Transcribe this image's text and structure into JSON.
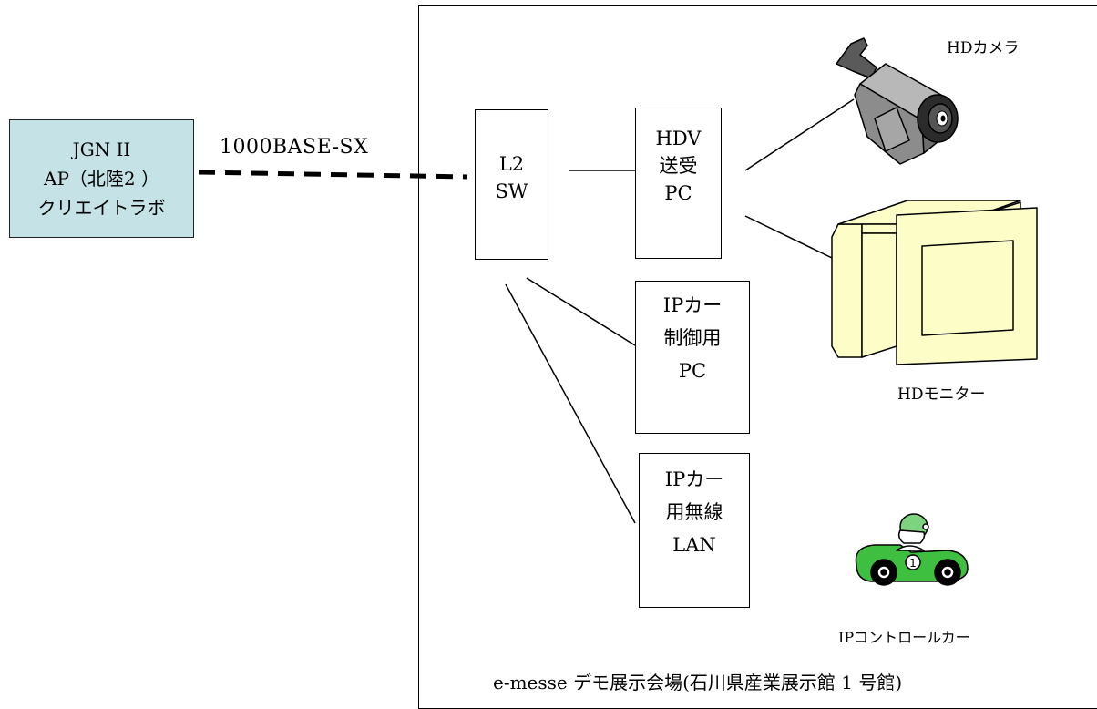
{
  "ap_box": {
    "lines": [
      "JGN II",
      "AP（北陸2 ）",
      "クリエイトラボ"
    ]
  },
  "link_label": "1000BASE-SX",
  "switch_box": {
    "lines": [
      "L2",
      "SW"
    ]
  },
  "hdv_pc_box": {
    "lines": [
      "HDV",
      "送受",
      "PC"
    ]
  },
  "ipcar_pc_box": {
    "lines": [
      "IPカー",
      "制御用",
      "PC"
    ]
  },
  "ipcar_lan_box": {
    "lines": [
      "IPカー",
      "用無線",
      "LAN"
    ]
  },
  "camera_label": "HDカメラ",
  "monitor_label": "HDモニター",
  "car_label": "IPコントロールカー",
  "venue_label": "e-messe デモ展示会場(石川県産業展示館 1 号館)",
  "car_number": "1",
  "colors": {
    "ap_fill": "#c5e3e6",
    "monitor_fill": "#fdfdc8",
    "car_fill": "#3fbf3f",
    "camera_fill": "#8c8c8c"
  }
}
